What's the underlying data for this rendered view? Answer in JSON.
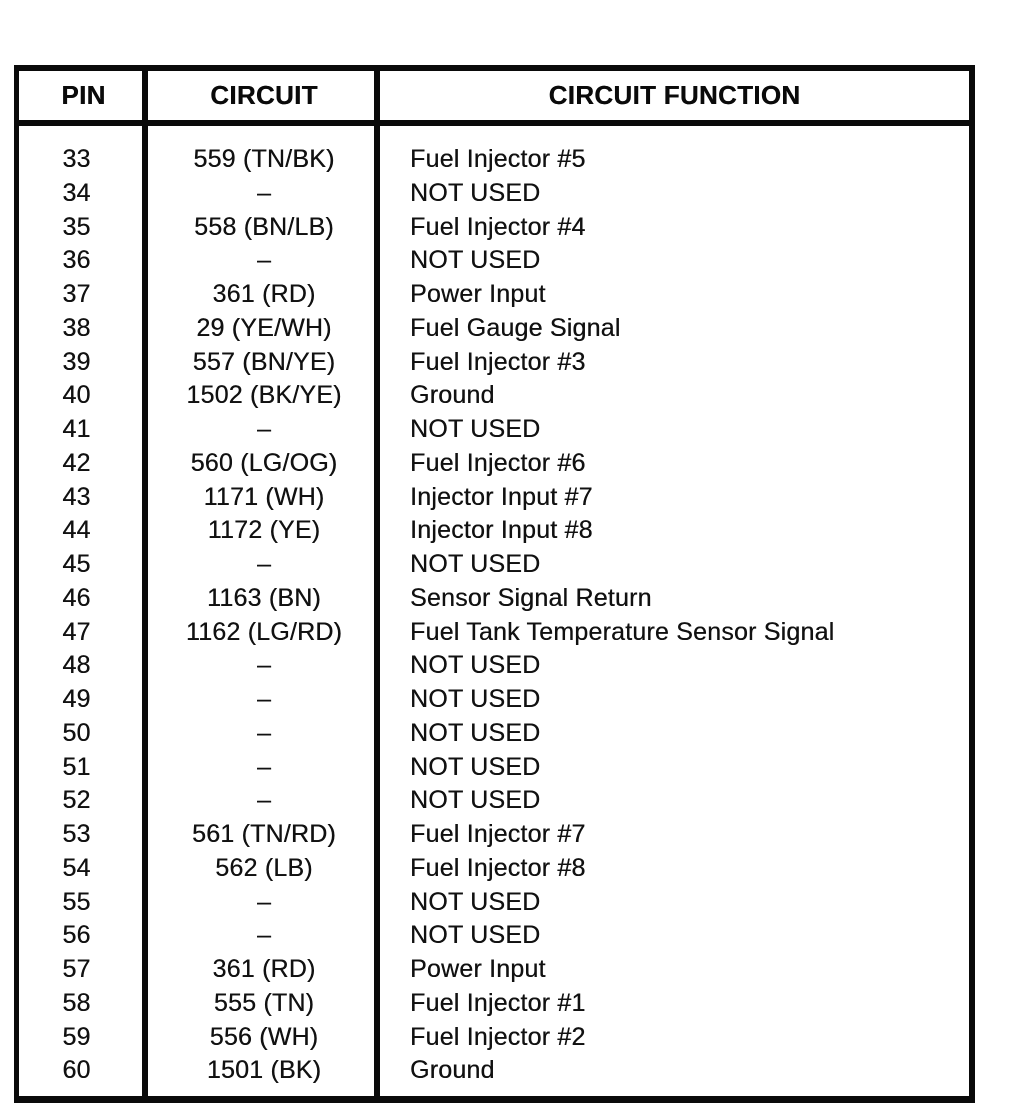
{
  "document": {
    "type": "connector-pinout-table",
    "colors": {
      "border": "#0a0a0a",
      "text": "#111111",
      "background": "#ffffff"
    }
  },
  "table": {
    "headers": [
      "PIN",
      "CIRCUIT",
      "CIRCUIT FUNCTION"
    ],
    "rows": [
      {
        "pin": "33",
        "circuit": "559 (TN/BK)",
        "function": "Fuel Injector #5"
      },
      {
        "pin": "34",
        "circuit": "–",
        "function": "NOT USED"
      },
      {
        "pin": "35",
        "circuit": "558 (BN/LB)",
        "function": "Fuel Injector #4"
      },
      {
        "pin": "36",
        "circuit": "–",
        "function": "NOT USED"
      },
      {
        "pin": "37",
        "circuit": "361 (RD)",
        "function": "Power Input"
      },
      {
        "pin": "38",
        "circuit": "29 (YE/WH)",
        "function": "Fuel Gauge Signal"
      },
      {
        "pin": "39",
        "circuit": "557 (BN/YE)",
        "function": "Fuel Injector #3"
      },
      {
        "pin": "40",
        "circuit": "1502 (BK/YE)",
        "function": "Ground"
      },
      {
        "pin": "41",
        "circuit": "–",
        "function": "NOT USED"
      },
      {
        "pin": "42",
        "circuit": "560 (LG/OG)",
        "function": "Fuel Injector #6"
      },
      {
        "pin": "43",
        "circuit": "1171 (WH)",
        "function": "Injector Input #7"
      },
      {
        "pin": "44",
        "circuit": "1172 (YE)",
        "function": "Injector Input #8"
      },
      {
        "pin": "45",
        "circuit": "–",
        "function": "NOT USED"
      },
      {
        "pin": "46",
        "circuit": "1163 (BN)",
        "function": "Sensor Signal Return"
      },
      {
        "pin": "47",
        "circuit": "1162 (LG/RD)",
        "function": "Fuel Tank Temperature Sensor Signal"
      },
      {
        "pin": "48",
        "circuit": "–",
        "function": "NOT USED"
      },
      {
        "pin": "49",
        "circuit": "–",
        "function": "NOT USED"
      },
      {
        "pin": "50",
        "circuit": "–",
        "function": "NOT USED"
      },
      {
        "pin": "51",
        "circuit": "–",
        "function": "NOT USED"
      },
      {
        "pin": "52",
        "circuit": "–",
        "function": "NOT USED"
      },
      {
        "pin": "53",
        "circuit": "561 (TN/RD)",
        "function": "Fuel Injector #7"
      },
      {
        "pin": "54",
        "circuit": "562 (LB)",
        "function": "Fuel Injector #8"
      },
      {
        "pin": "55",
        "circuit": "–",
        "function": "NOT USED"
      },
      {
        "pin": "56",
        "circuit": "–",
        "function": "NOT USED"
      },
      {
        "pin": "57",
        "circuit": "361 (RD)",
        "function": "Power Input"
      },
      {
        "pin": "58",
        "circuit": "555 (TN)",
        "function": "Fuel Injector #1"
      },
      {
        "pin": "59",
        "circuit": "556 (WH)",
        "function": "Fuel Injector #2"
      },
      {
        "pin": "60",
        "circuit": "1501 (BK)",
        "function": "Ground"
      }
    ]
  }
}
